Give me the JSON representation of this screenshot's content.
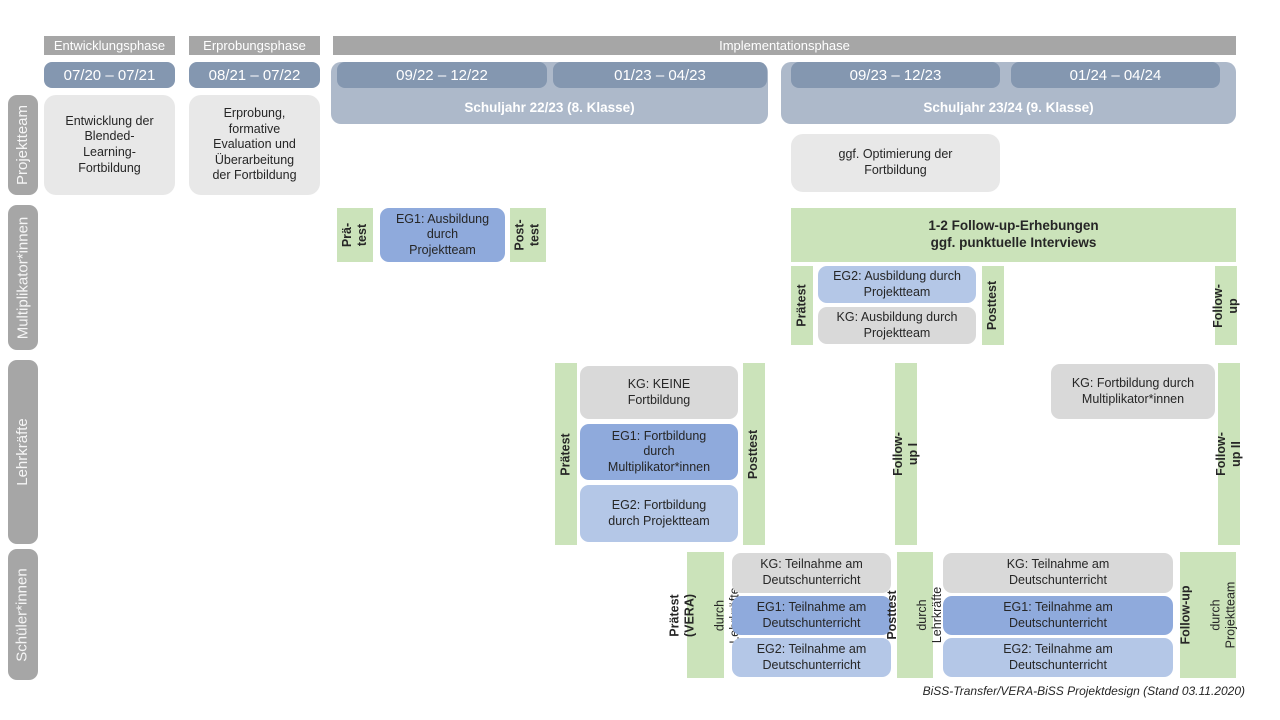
{
  "colors": {
    "phase_header": "#a6a6a6",
    "row_label": "#a6a6a6",
    "date_bar": "#8497b0",
    "school_year_bar": "#adb9ca",
    "project_box_gray": "#e8e8e8",
    "kg_gray": "#d9d9d9",
    "eg1_blue": "#8faadc",
    "eg2_blue": "#b4c7e7",
    "test_green": "#cbe3ba",
    "text_dark": "#262626",
    "text_light": "#ffffff"
  },
  "phases": [
    {
      "label": "Entwicklungsphase"
    },
    {
      "label": "Erprobungsphase"
    },
    {
      "label": "Implementationsphase"
    }
  ],
  "timeline": {
    "dates": [
      "07/20 – 07/21",
      "08/21 – 07/22",
      "09/22 – 12/22",
      "01/23 – 04/23",
      "09/23 – 12/23",
      "01/24 – 04/24"
    ],
    "school_years": [
      "Schuljahr 22/23 (8. Klasse)",
      "Schuljahr 23/24 (9. Klasse)"
    ]
  },
  "row_labels": [
    "Projektteam",
    "Multiplikator*innen",
    "Lehrkräfte",
    "Schüler*innen"
  ],
  "projektteam": {
    "entwicklung": "Entwicklung der\nBlended-\nLearning-\nFortbildung",
    "erprobung": "Erprobung,\nformative\nEvaluation und\nÜberarbeitung\nder Fortbildung",
    "optimierung": "ggf. Optimierung der\nFortbildung"
  },
  "multiplikator": {
    "praetest1": "Prä-\ntest",
    "eg1": "EG1: Ausbildung\ndurch\nProjektteam",
    "posttest1": "Post-\ntest",
    "followup_box": "1-2 Follow-up-Erhebungen\nggf. punktuelle Interviews",
    "praetest2": "Prätest",
    "eg2": "EG2: Ausbildung durch\nProjektteam",
    "kg": "KG: Ausbildung durch\nProjektteam",
    "posttest2": "Posttest",
    "followup": "Follow-up"
  },
  "lehrkraefte": {
    "praetest": "Prätest",
    "kg": "KG: KEINE\nFortbildung",
    "eg1": "EG1: Fortbildung\ndurch\nMultiplikator*innen",
    "eg2": "EG2: Fortbildung\ndurch Projektteam",
    "posttest": "Posttest",
    "followup1": "Follow-up I",
    "kg2": "KG: Fortbildung durch\nMultiplikator*innen",
    "followup2": "Follow-up II"
  },
  "schueler": {
    "praetest": {
      "label": "Prätest (VERA)",
      "sub": "durch Lehrkräfte"
    },
    "kg": "KG: Teilnahme am\nDeutschunterricht",
    "eg1": "EG1: Teilnahme am\nDeutschunterricht",
    "eg2": "EG2: Teilnahme am\nDeutschunterricht",
    "posttest": {
      "label": "Posttest",
      "sub": "durch Lehrkräfte"
    },
    "kg2": "KG: Teilnahme am\nDeutschunterricht",
    "eg1b": "EG1: Teilnahme am\nDeutschunterricht",
    "eg2b": "EG2: Teilnahme am\nDeutschunterricht",
    "followup": {
      "label": "Follow-up",
      "sub": "durch\nProjektteam"
    }
  },
  "footer": "BiSS-Transfer/VERA-BiSS Projektdesign (Stand 03.11.2020)"
}
